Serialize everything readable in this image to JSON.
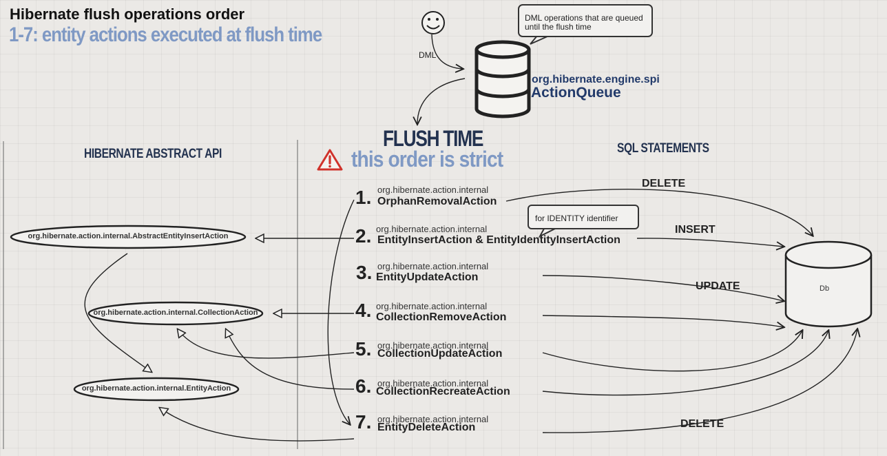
{
  "title": "Hibernate flush operations order",
  "subtitle": "1-7: entity actions executed at flush time",
  "dml_label": "DML",
  "dml_bubble": "DML operations that are queued until the flush time",
  "action_queue": {
    "package": "org.hibernate.engine.spi",
    "name": "ActionQueue"
  },
  "flush": {
    "title": "FLUSH TIME",
    "subtitle": "this order is strict"
  },
  "columns": {
    "api": "HIBERNATE ABSTRACT API",
    "sql": "SQL STATEMENTS"
  },
  "steps": [
    {
      "num": "1.",
      "pkg": "org.hibernate.action.internal",
      "name": "OrphanRemovalAction"
    },
    {
      "num": "2.",
      "pkg": "org.hibernate.action.internal",
      "name": "EntityInsertAction & EntityIdentityInsertAction"
    },
    {
      "num": "3.",
      "pkg": "org.hibernate.action.internal",
      "name": "EntityUpdateAction"
    },
    {
      "num": "4.",
      "pkg": "org.hibernate.action.internal",
      "name": "CollectionRemoveAction"
    },
    {
      "num": "5.",
      "pkg": "org.hibernate.action.internal",
      "name": "CollectionUpdateAction"
    },
    {
      "num": "6.",
      "pkg": "org.hibernate.action.internal",
      "name": "CollectionRecreateAction"
    },
    {
      "num": "7.",
      "pkg": "org.hibernate.action.internal",
      "name": "EntityDeleteAction"
    }
  ],
  "identity_bubble": "for IDENTITY identifier",
  "sql_labels": {
    "delete_top": "DELETE",
    "insert": "INSERT",
    "update": "UPDATE",
    "delete_bottom": "DELETE"
  },
  "api_classes": {
    "abstract_entity_insert": "org.hibernate.action.internal.AbstractEntityInsertAction",
    "collection_action": "org.hibernate.action.internal.CollectionAction",
    "entity_action": "org.hibernate.action.internal.EntityAction"
  },
  "db_label": "Db",
  "colors": {
    "ink": "#222222",
    "accent_blue": "#7f99c4",
    "navy": "#23324f",
    "warning_red": "#d0322b"
  },
  "icons": [
    "smiley-icon",
    "database-icon",
    "warning-icon",
    "db-cylinder-icon"
  ]
}
